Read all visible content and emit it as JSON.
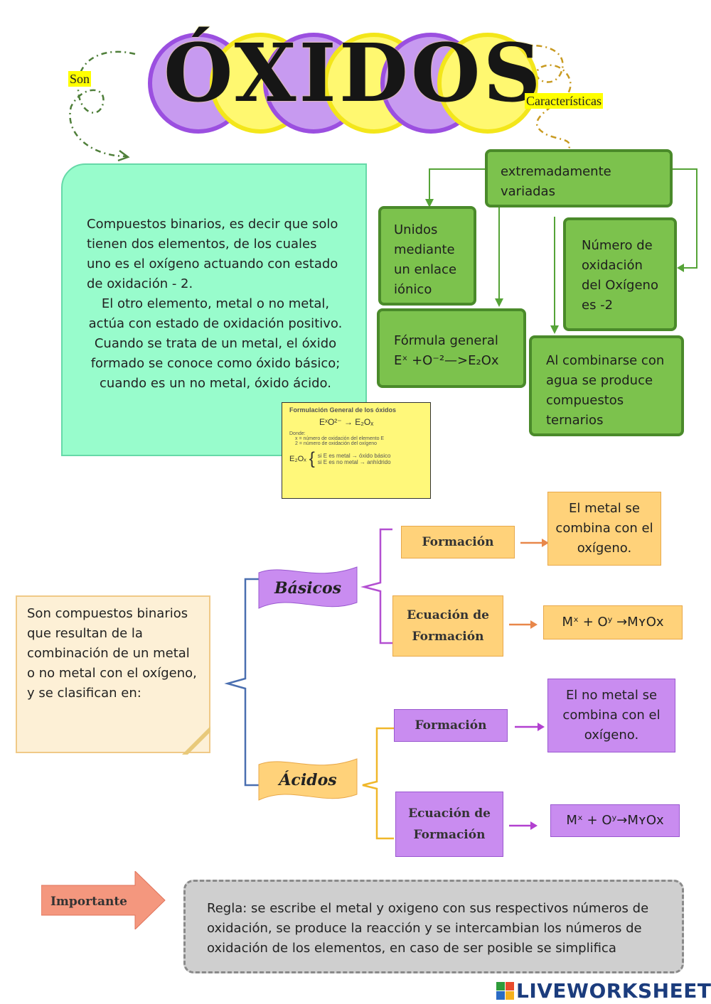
{
  "title": "ÓXIDOS",
  "tags": {
    "son": "Son",
    "caracteristicas": "Características"
  },
  "definition": {
    "paragraph1": "Compuestos binarios, es decir que solo tienen dos elementos, de los cuales uno es el oxígeno actuando con estado de oxidación - 2.",
    "paragraph2": "El otro elemento, metal o no metal, actúa con estado de oxidación positivo. Cuando se trata de un metal, el óxido formado se conoce como óxido básico; cuando es un no metal, óxido ácido."
  },
  "characteristics": {
    "top": "extremadamente variadas",
    "ionic": "Unidos mediante un enlace iónico",
    "oxidation": "Número de oxidación del Oxígeno es -2",
    "formula_label": "Fórmula general",
    "formula": "Eˣ +O⁻²—>E₂Ox",
    "water": "Al combinarse con agua se produce compuestos ternarios"
  },
  "formula_image": {
    "heading": "Formulación General de los óxidos",
    "equation": "EˣO²⁻ → E₂Oₓ",
    "donde": "Donde:",
    "item1": "x = número de oxidación del elemento E",
    "item2": "2 = número de oxidación del oxígeno",
    "lhs": "E₂Oₓ",
    "case1": "si E es metal → óxido básico",
    "case2": "si E es no metal → anhídrido"
  },
  "classification": {
    "intro": "Son compuestos binarios que resultan de la combinación de un metal o no metal con el oxígeno, y se clasifican en:",
    "basicos": {
      "label": "Básicos",
      "formacion_label": "Formación",
      "formacion_text": "El metal se combina con el oxígeno.",
      "ecuacion_label": "Ecuación de Formación",
      "ecuacion_text": "Mˣ + Oʸ →MʏOx"
    },
    "acidos": {
      "label": "Ácidos",
      "formacion_label": "Formación",
      "formacion_text": "El no metal se combina con el oxígeno.",
      "ecuacion_label": "Ecuación de Formación",
      "ecuacion_text": "Mˣ + Oʸ→MʏOx"
    }
  },
  "important": {
    "label": "Importante",
    "rule": "Regla: se escribe el metal y oxigeno con sus respectivos números de oxidación, se produce la reacción y se intercambian los números de oxidación de los elementos, en caso de ser posible se simplifica"
  },
  "footer": {
    "logo_text": "LIVEWORKSHEETS"
  },
  "colors": {
    "green": "#7cc24d",
    "mint": "#98fccc",
    "orange": "#ffd27a",
    "purple": "#c98cf0",
    "yellow": "#fff870"
  }
}
